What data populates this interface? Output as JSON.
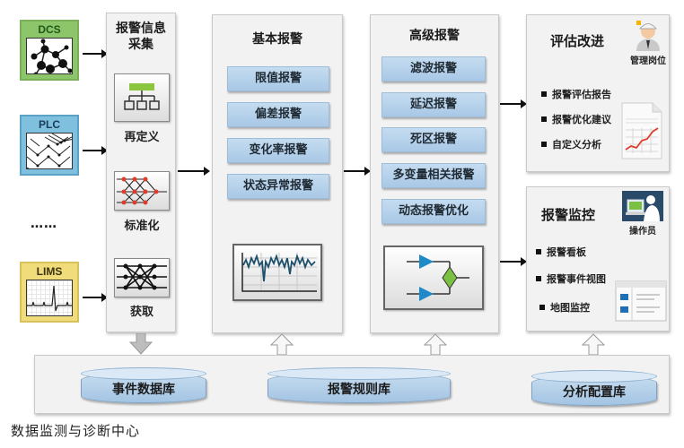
{
  "sources": [
    {
      "label": "DCS",
      "icon": "molecule-network-icon",
      "color": "#8dc56a"
    },
    {
      "label": "PLC",
      "icon": "circuit-lines-icon",
      "color": "#7fc0df"
    },
    {
      "label": "LIMS",
      "icon": "waveform-graph-icon",
      "color": "#f0dc7a"
    }
  ],
  "sources_ellipsis": "……",
  "collection": {
    "title_line1": "报警信息",
    "title_line2": "采集",
    "steps": [
      {
        "label": "再定义",
        "icon": "hierarchy-icon"
      },
      {
        "label": "标准化",
        "icon": "neural-network-icon"
      },
      {
        "label": "获取",
        "icon": "mesh-network-icon"
      }
    ]
  },
  "basic_alarm": {
    "title": "基本报警",
    "items": [
      "限值报警",
      "偏差报警",
      "变化率报警",
      "状态异常报警"
    ],
    "icon": "trend-chart-icon"
  },
  "advanced_alarm": {
    "title": "高级报警",
    "items": [
      "滤波报警",
      "延迟报警",
      "死区报警",
      "多变量相关报警",
      "动态报警优化"
    ],
    "icon": "logic-gate-icon"
  },
  "evaluation": {
    "title": "评估改进",
    "role": "管理岗位",
    "items": [
      "报警评估报告",
      "报警优化建议",
      "自定义分析"
    ],
    "icon": "report-chart-icon"
  },
  "monitoring": {
    "title": "报警监控",
    "role": "操作员",
    "items": [
      "报警看板",
      "报警事件视图",
      "地图监控"
    ],
    "icon": "window-list-icon"
  },
  "databases": [
    "事件数据库",
    "报警规则库",
    "分析配置库"
  ],
  "footer": "数据监测与诊断中心",
  "colors": {
    "panel_bg": "#f2f2f2",
    "button_blue": "#b6d2ec",
    "dcs_green": "#8dc56a",
    "plc_blue": "#7fc0df",
    "lims_yellow": "#f0dc7a"
  }
}
